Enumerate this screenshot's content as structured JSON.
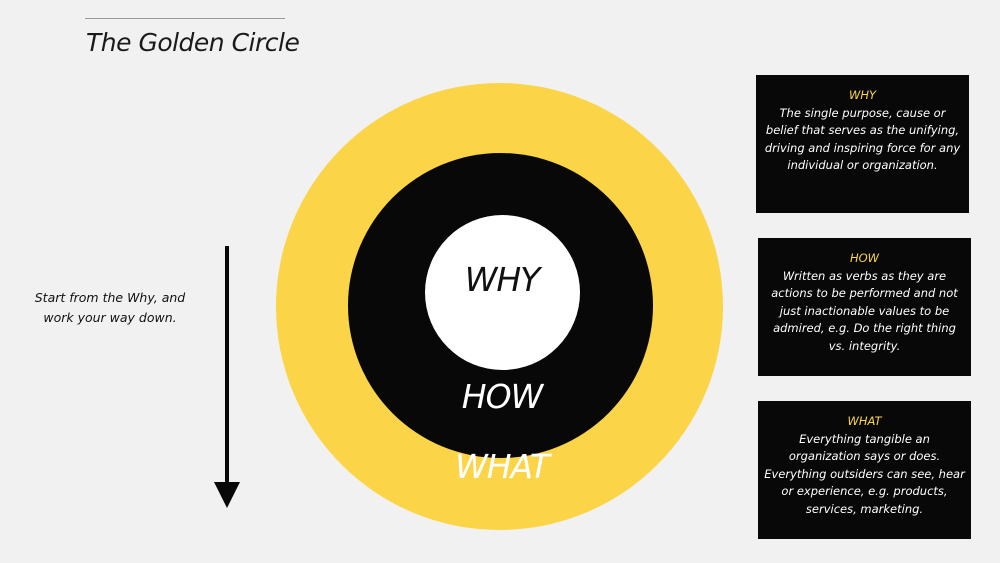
{
  "title": "The Golden Circle",
  "instruction": "Start from the Why, and work your way down.",
  "circles": {
    "outer_label": "WHAT",
    "middle_label": "HOW",
    "inner_label": "WHY"
  },
  "boxes": {
    "why": {
      "heading": "WHY",
      "text": "The single purpose, cause or belief that serves as the unifying, driving and inspiring force for any individual or organization."
    },
    "how": {
      "heading": "HOW",
      "text": "Written as verbs as they are actions to be performed and not just inactionable values to be admired, e.g. Do the right thing vs. integrity."
    },
    "what": {
      "heading": "WHAT",
      "text": "Everything tangible an organization says or does. Everything outsiders can see, hear or experience, e.g. products, services, marketing."
    }
  },
  "colors": {
    "yellow": "#fbd547",
    "black": "#080808",
    "white": "#ffffff",
    "background": "#f1f1f1"
  },
  "icons": {
    "arrow": "down-arrow-icon"
  }
}
